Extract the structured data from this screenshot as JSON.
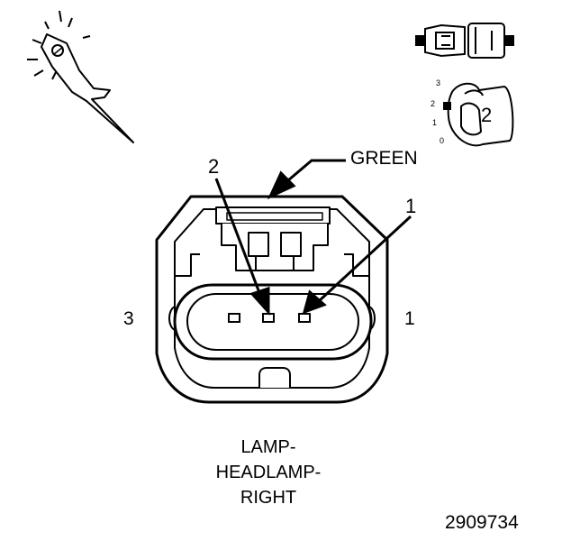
{
  "connector": {
    "color_label": "GREEN",
    "pin_callouts": [
      "2",
      "1"
    ],
    "side_labels": {
      "left": "3",
      "right": "1"
    },
    "title_lines": [
      "LAMP-",
      "HEADLAMP-",
      "RIGHT"
    ],
    "figure_id": "2909734"
  },
  "view_indicator": {
    "position_scale": [
      "3",
      "2",
      "1",
      "0"
    ],
    "position_number": "2"
  },
  "icons": {
    "probe": "probe-tool-icon",
    "connector_pair": "connector-pair-icon",
    "position_dial": "position-dial-icon"
  }
}
